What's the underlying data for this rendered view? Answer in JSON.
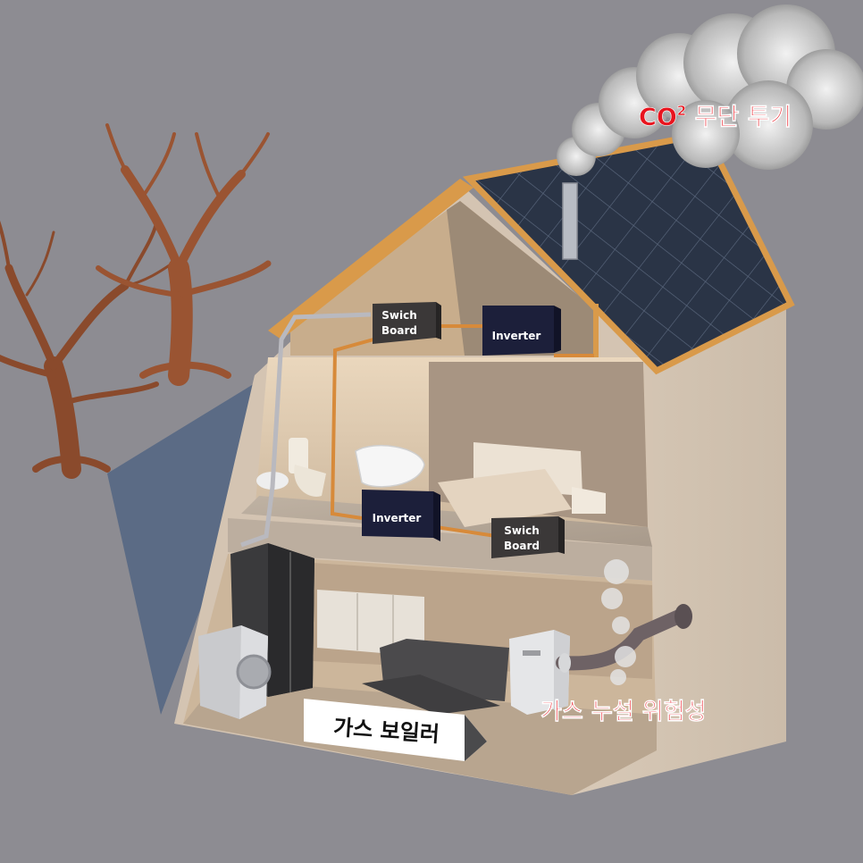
{
  "colors": {
    "background": "#8d8c92",
    "wall": "#d6c8b8",
    "interior": "#e3cfb5",
    "roof_trim": "#d99a4a",
    "solar_panel": "#2c3547",
    "warning_red": "#e8141e",
    "cable": "#d78a3a",
    "shadow": "#5b6b85"
  },
  "icons": [
    "dead-tree-icon",
    "smoke-cloud-icon",
    "solar-panel-icon",
    "chimney-icon",
    "refrigerator-icon",
    "washing-machine-icon",
    "gas-boiler-icon",
    "sofa-icon",
    "bed-icon",
    "bathtub-icon",
    "toilet-icon",
    "kitchen-counter-icon",
    "exhaust-pipe-icon"
  ],
  "labels": {
    "co2_prefix": "CO",
    "co2_superscript": "2",
    "co2_suffix": " 무단 투기",
    "gas_leak": "가스 누설 위험성",
    "gas_boiler": "가스 보일러"
  },
  "devices": {
    "switch_board_top": [
      "Swich",
      "Board"
    ],
    "switch_board_bottom": [
      "Swich",
      "Board"
    ],
    "inverter_top": "Inverter",
    "inverter_bottom": "Inverter"
  }
}
